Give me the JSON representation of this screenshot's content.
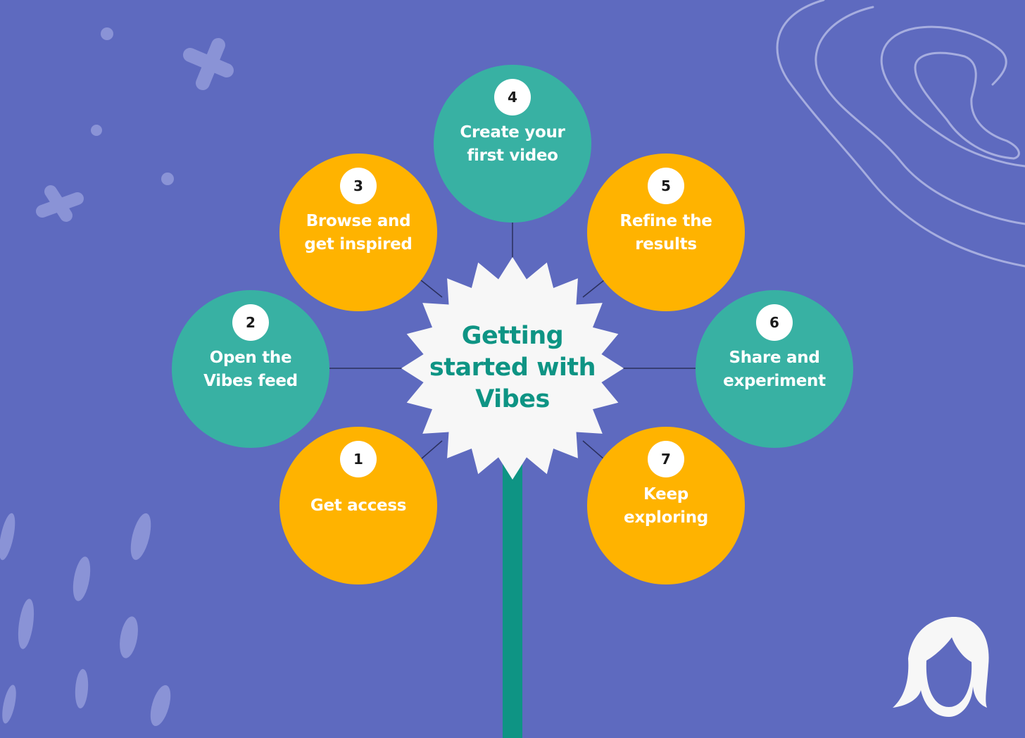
{
  "title_lines": [
    "Getting",
    "started with",
    "Vibes"
  ],
  "steps": [
    {
      "number": "1",
      "lines": [
        "Get access"
      ],
      "color": "#ffb300"
    },
    {
      "number": "2",
      "lines": [
        "Open the",
        "Vibes feed"
      ],
      "color": "#38b1a3"
    },
    {
      "number": "3",
      "lines": [
        "Browse and",
        "get inspired"
      ],
      "color": "#ffb300"
    },
    {
      "number": "4",
      "lines": [
        "Create your",
        "first video"
      ],
      "color": "#38b1a3"
    },
    {
      "number": "5",
      "lines": [
        "Refine the",
        "results"
      ],
      "color": "#ffb300"
    },
    {
      "number": "6",
      "lines": [
        "Share and",
        "experiment"
      ],
      "color": "#38b1a3"
    },
    {
      "number": "7",
      "lines": [
        "Keep",
        "exploring"
      ],
      "color": "#ffb300"
    }
  ],
  "colors": {
    "background": "#5e6abf",
    "teal": "#38b1a3",
    "yellow": "#ffb300",
    "stem": "#0e9484",
    "center_fill": "#f7f7f7",
    "title_text": "#0e9484",
    "decoration": "#8a93d6"
  },
  "icons": [
    "avatar-icon"
  ]
}
